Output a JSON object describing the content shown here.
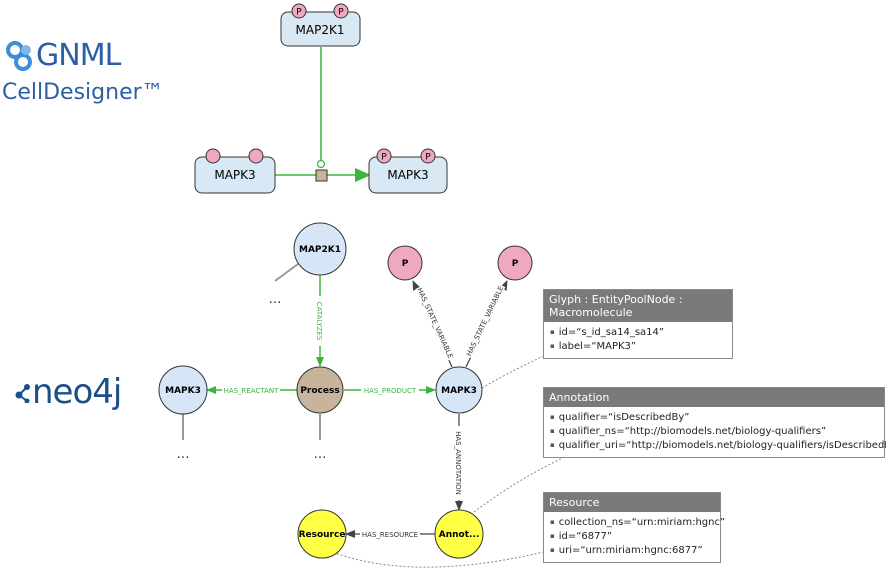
{
  "logos": {
    "sbgn_text": "GNML",
    "celldesigner_text": "CellDesigner™",
    "neo4j_text": "neo4j"
  },
  "sbgn_diagram": {
    "top_node": "MAP2K1",
    "left_node": "MAPK3",
    "right_node": "MAPK3",
    "state_label": "P"
  },
  "graph": {
    "nodes": {
      "map2k1": "MAP2K1",
      "process": "Process",
      "mapk3_left": "MAPK3",
      "mapk3_center": "MAPK3",
      "p_left": "P",
      "p_right": "P",
      "annot": "Annot...",
      "resource": "Resource"
    },
    "edges": {
      "catalyzes": "CATALYZES",
      "has_reactant": "HAS_REACTANT",
      "has_product": "HAS_PRODUCT",
      "has_state_variable_1": "HAS_STATE_VARIABLE",
      "has_state_variable_2": "HAS_STATE_VARIABLE",
      "has_annotation": "HAS_ANNOTATION",
      "has_resource": "HAS_RESOURCE"
    },
    "ellipsis": "…"
  },
  "info_boxes": {
    "glyph": {
      "title": "Glyph : EntityPoolNode : Macromolecule",
      "items": [
        "id=“s_id_sa14_sa14”",
        "label=“MAPK3”"
      ]
    },
    "annotation": {
      "title": "Annotation",
      "items": [
        "qualifier=“isDescribedBy”",
        "qualifier_ns=“http://biomodels.net/biology-qualifiers”",
        "qualifier_uri=“http://biomodels.net/biology-qualifiers/isDescribedBy”"
      ]
    },
    "resource": {
      "title": "Resource",
      "items": [
        "collection_ns=“urn:miriam:hgnc”",
        "id=“6877”",
        "uri=“urn:miriam:hgnc:6877”"
      ]
    }
  },
  "colors": {
    "sbgn_fill": "#d8e8f5",
    "state_fill": "#f0a8c0",
    "edge_green": "#3cb53c",
    "process_fill": "#c8b49a",
    "node_blue": "#d6e6f6",
    "node_yellow": "#ffff44"
  }
}
